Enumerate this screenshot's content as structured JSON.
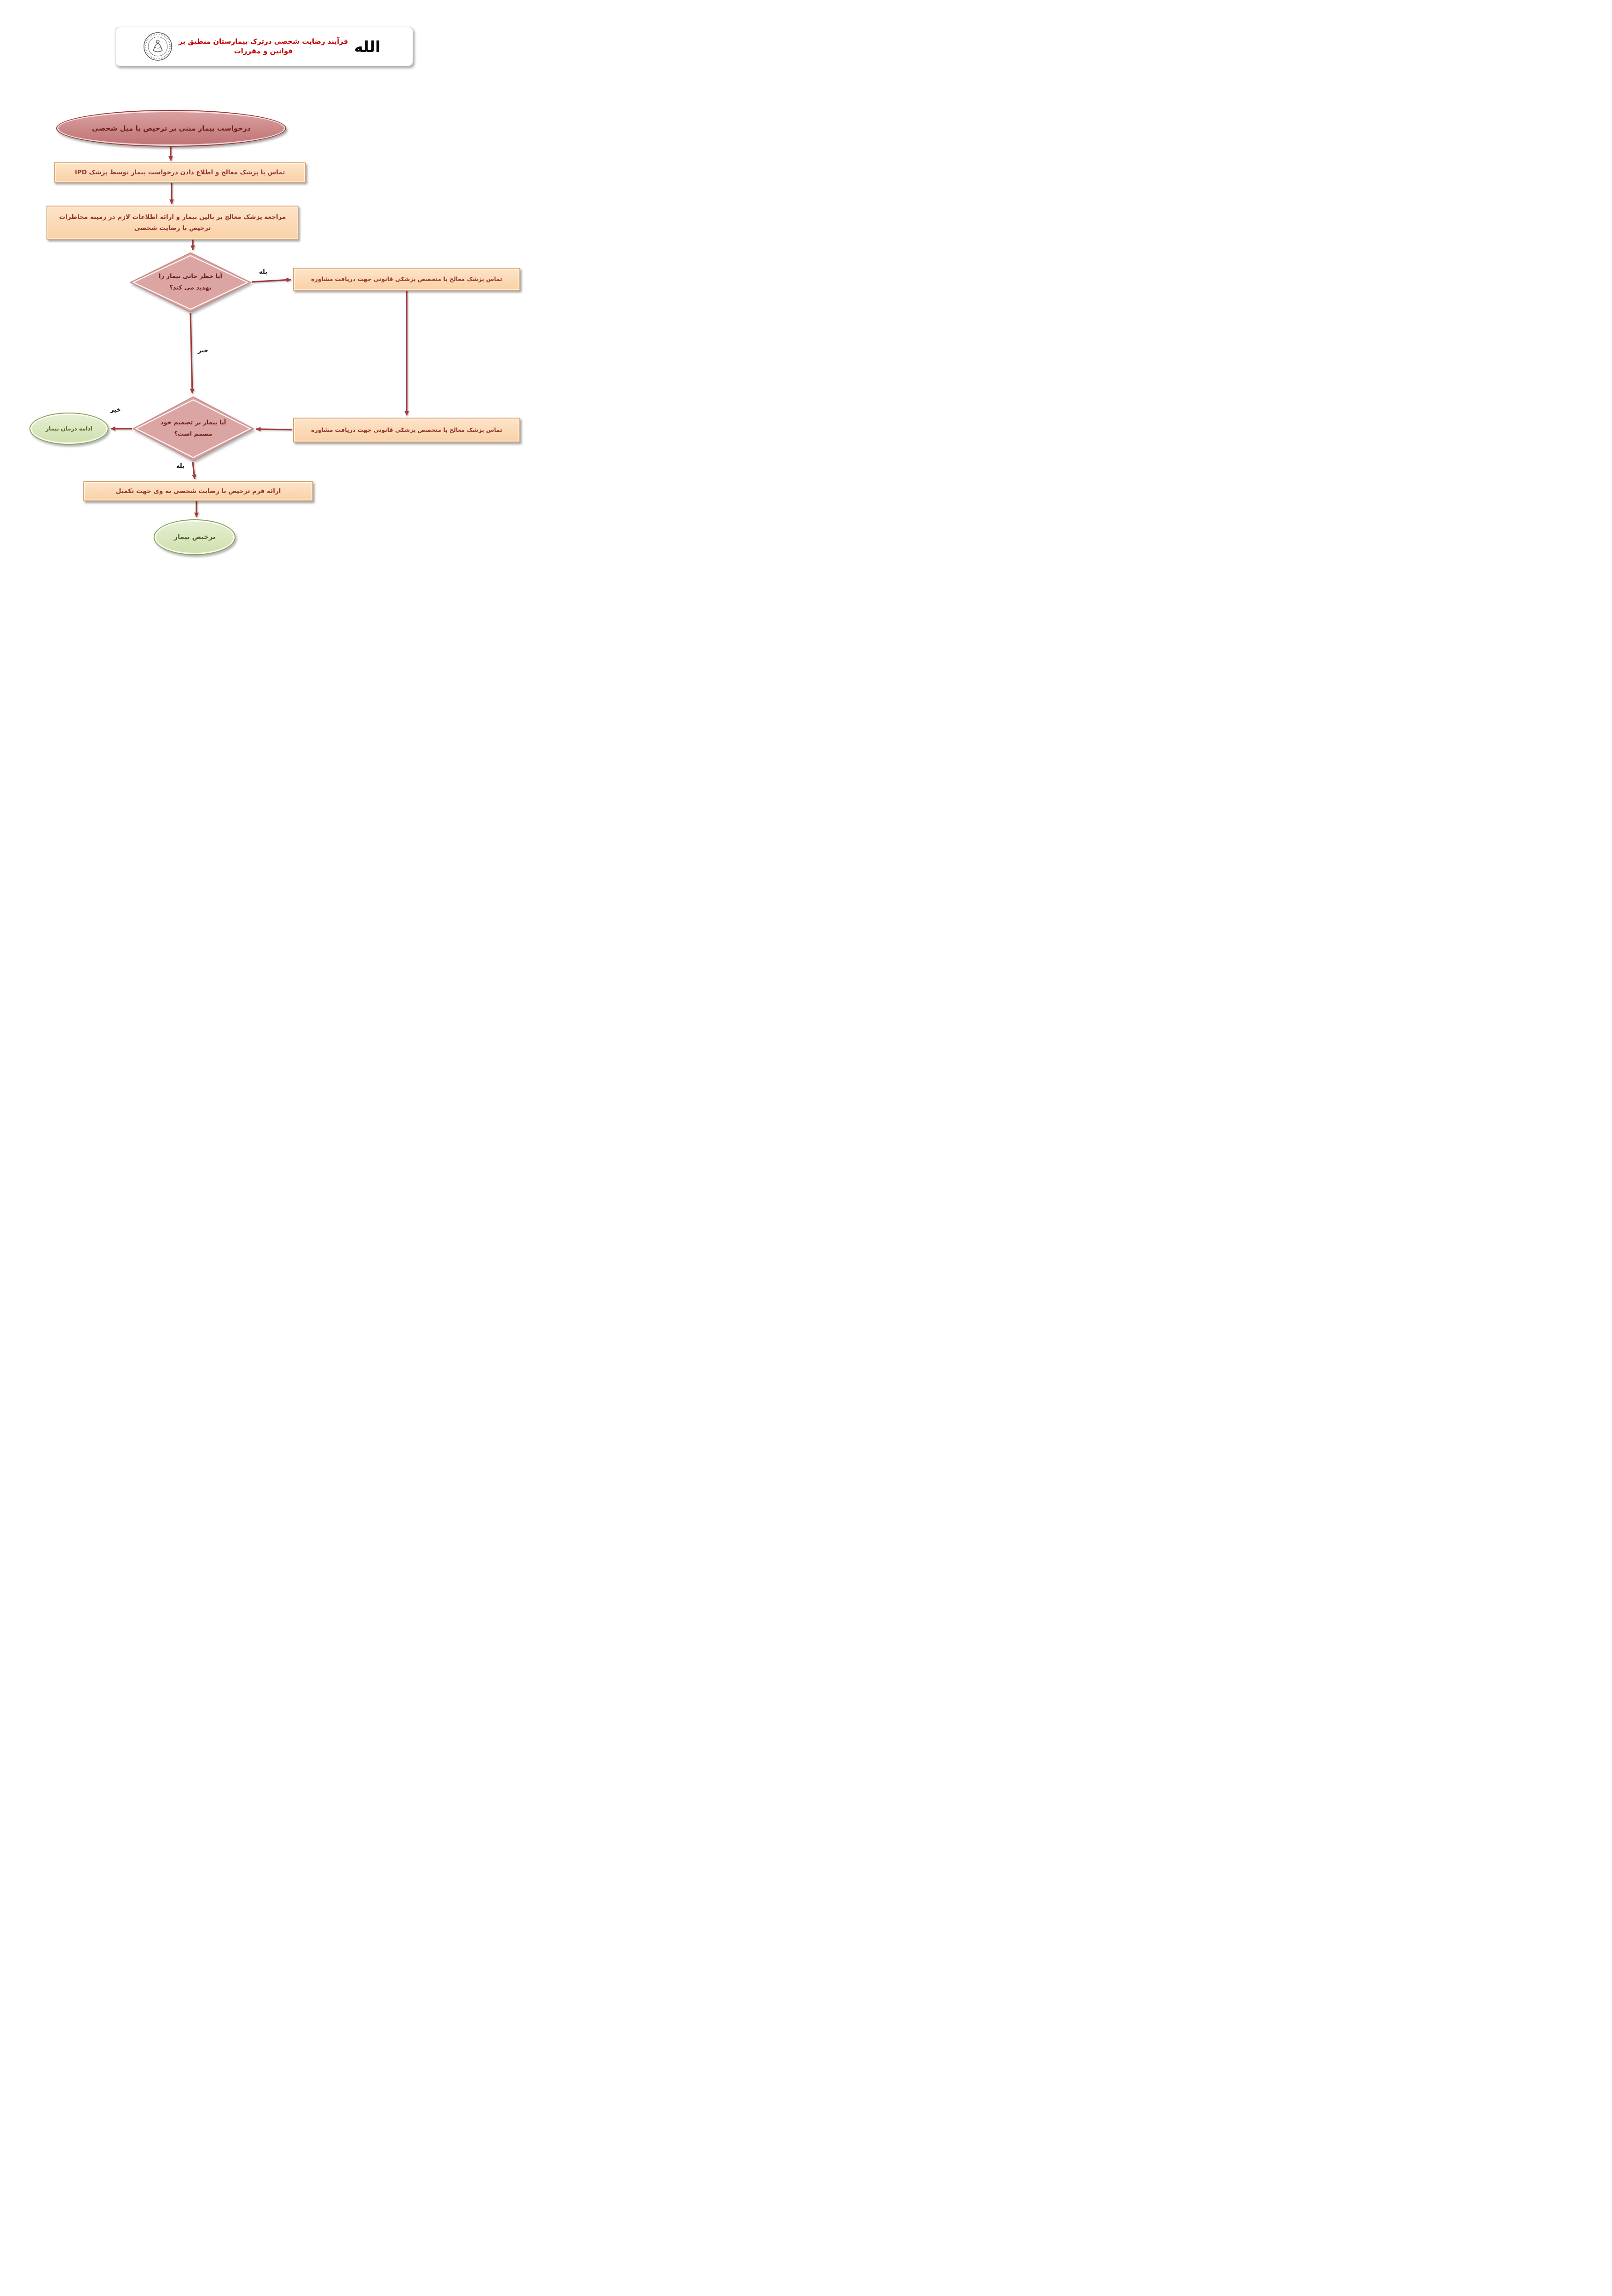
{
  "header": {
    "title": "فرآیند رضایت شخصی درترک بیمارستان منطبق بر قوانین و مقررات",
    "allah_glyph": "الله"
  },
  "flowchart": {
    "start": {
      "label": "درخواست بیمار مبنی بر ترخیص با میل شخصی"
    },
    "process_ipd": {
      "label": "تماس با پزشک معالج و اطلاع دادن درخواست بیمار توسط پزشک IPD"
    },
    "process_bedside": {
      "label": "مراجعه پزشک معالج بر بالین بیمار و ارائه اطلاعات لازم در زمینه مخاطرات ترخیص با رضایت شخصی"
    },
    "decision_danger": {
      "label": "آیا خطر جانی بیمار را تهدید می کند؟"
    },
    "consult_top": {
      "label": "تماس پزشک معالج با متخصص پزشکی قانونی جهت دریافت مشاوره"
    },
    "consult_bottom": {
      "label": "تماس پزشک معالج با متخصص پزشکی قانونی جهت دریافت مشاوره"
    },
    "decision_determined": {
      "label": "آیا بیمار بر تصمیم خود مصمم است؟"
    },
    "continue_treatment": {
      "label": "ادامه درمان بیمار"
    },
    "process_form": {
      "label": "ارائه فرم ترخیص با رضایت شخصی به وی جهت تکمیل"
    },
    "end": {
      "label": "ترخیص بیمار"
    },
    "edge_labels": {
      "danger_yes": "بله",
      "danger_no": "خیر",
      "determined_no": "خیر",
      "determined_yes": "بله"
    }
  },
  "colors": {
    "title_red": "#c00000",
    "process_fill": "#f9d1a6",
    "process_border": "#dda26f",
    "process_text": "#943634",
    "decision_fill": "#dba5a3",
    "decision_text": "#6d2120",
    "start_fill": "#c77f7f",
    "start_border": "#9c3b39",
    "green_fill": "#cfe0ad",
    "green_border": "#8aa256",
    "green_text": "#4f6228",
    "arrow": "#9f3b39"
  }
}
